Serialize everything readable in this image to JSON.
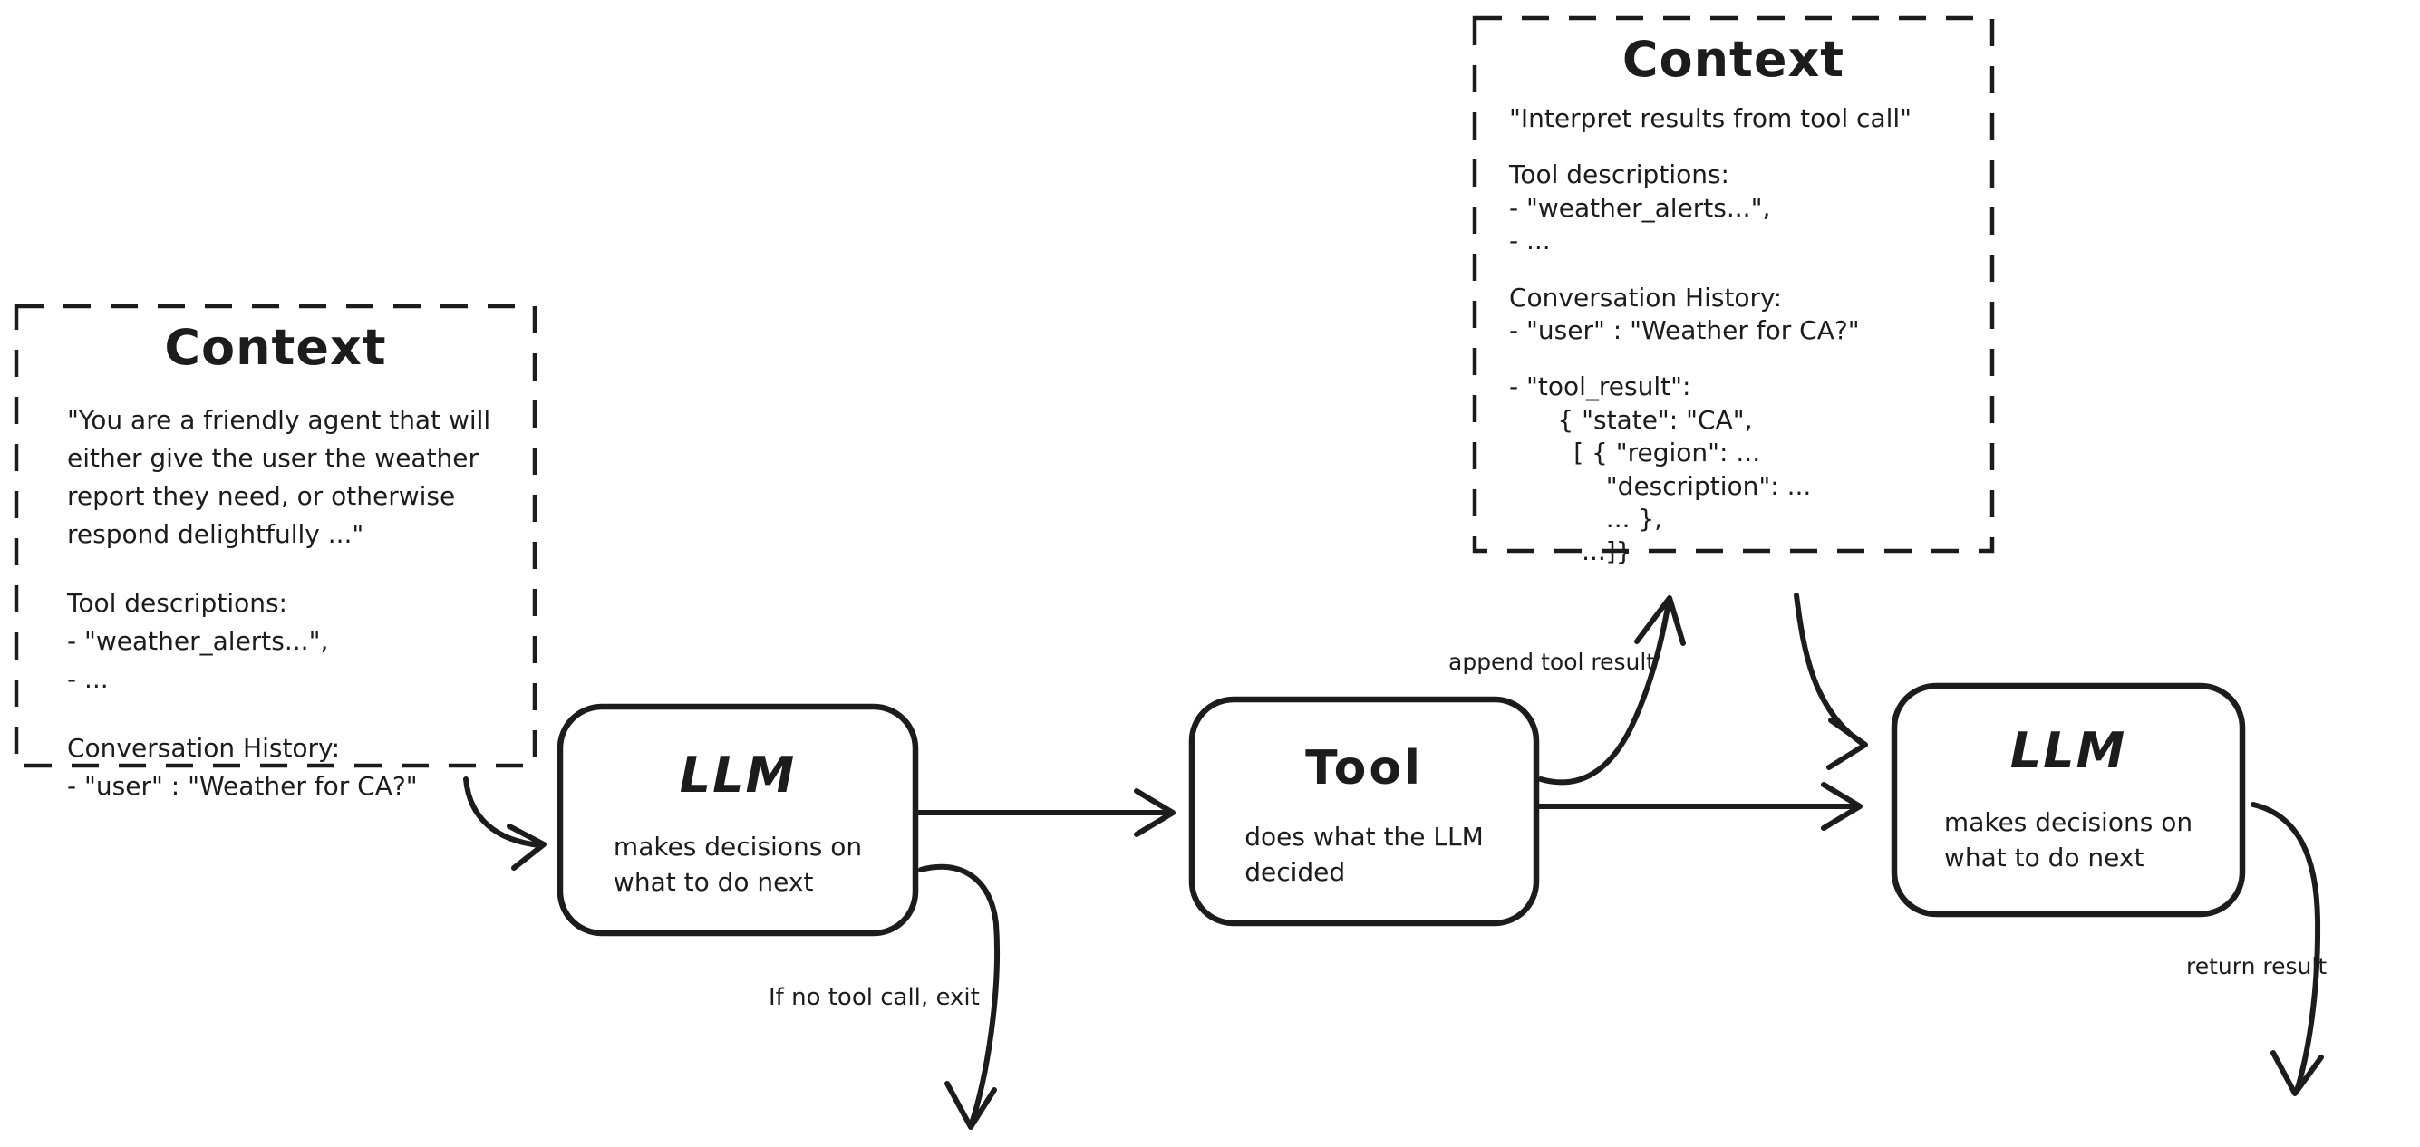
{
  "colors": {
    "ink": "#1c1c1c",
    "background": "#ffffff"
  },
  "context_left": {
    "title": "Context",
    "system_prompt": [
      "\"You are a friendly agent that will",
      "either give the user the weather",
      "report they need, or otherwise",
      "respond delightfully ...\""
    ],
    "tool_descriptions": [
      "Tool descriptions:",
      "- \"weather_alerts...\",",
      "- ..."
    ],
    "conversation_history": [
      "Conversation History:",
      "- \"user\" : \"Weather for CA?\""
    ]
  },
  "context_top_right": {
    "title": "Context",
    "instruction": [
      "\"Interpret results from tool call\""
    ],
    "tool_descriptions": [
      "Tool descriptions:",
      "- \"weather_alerts...\",",
      "- ..."
    ],
    "conversation_history": [
      "Conversation History:",
      "- \"user\" : \"Weather for CA?\""
    ],
    "tool_result": [
      "- \"tool_result\":",
      "      { \"state\": \"CA\",",
      "        [ { \"region\": ...",
      "            \"description\": ...",
      "            ... },",
      "         ...]}"
    ]
  },
  "nodes": {
    "llm1": {
      "title": "LLM",
      "description": [
        "makes decisions on",
        "what to do next"
      ]
    },
    "tool": {
      "title": "Tool",
      "description": [
        "does what the LLM",
        "decided"
      ]
    },
    "llm2": {
      "title": "LLM",
      "description": [
        "makes decisions on",
        "what to do next"
      ]
    }
  },
  "edge_labels": {
    "append_tool_result": "append tool result",
    "if_no_tool_call": "If no tool call, exit",
    "return_result": "return result"
  }
}
